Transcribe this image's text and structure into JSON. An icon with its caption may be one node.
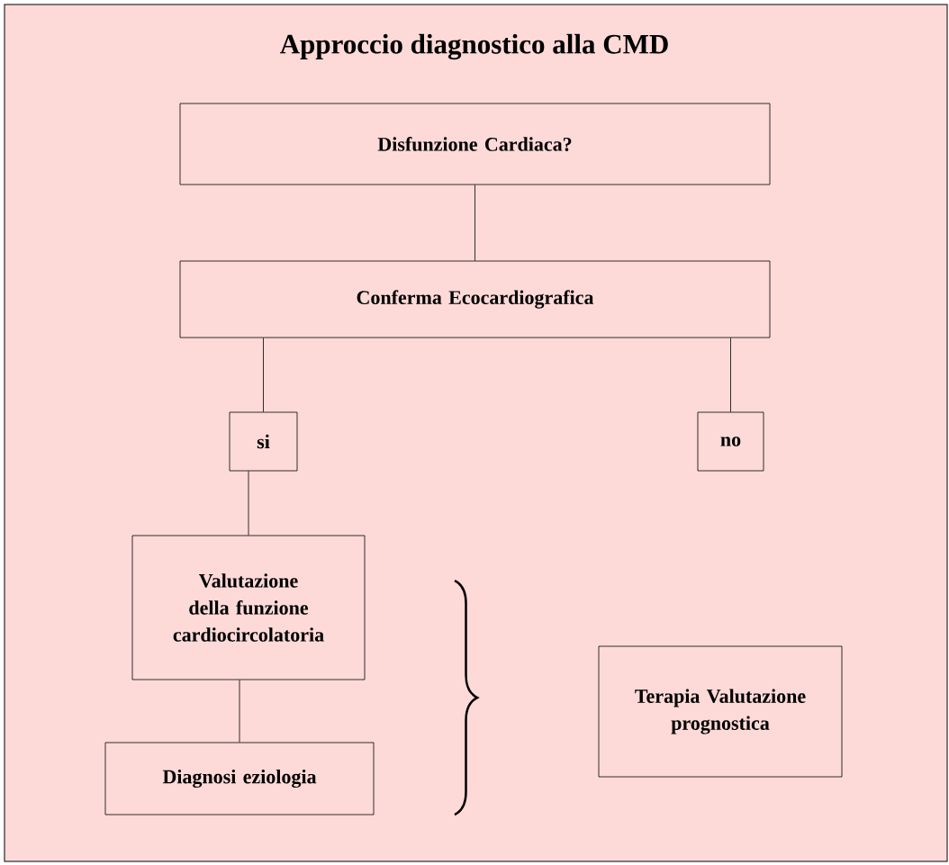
{
  "diagram": {
    "title": "Approccio diagnostico alla CMD",
    "nodes": [
      {
        "text": [
          "Disfunzione Cardiaca?"
        ]
      },
      {
        "text": [
          "Conferma Ecocardiografica"
        ]
      },
      {
        "text": [
          "si"
        ]
      },
      {
        "text": [
          "no"
        ]
      },
      {
        "text": [
          "Valutazione della funzione cardiocircolatoria"
        ]
      },
      {
        "text": [
          "Diagnosi eziologia"
        ]
      },
      {
        "text": [
          "Terapia Valutazione prognostica"
        ]
      }
    ],
    "edges": [
      {
        "from": 0,
        "to": 1,
        "arrow": "none"
      },
      {
        "from": 1,
        "to": 2,
        "arrow": "none"
      },
      {
        "from": 1,
        "to": 3,
        "arrow": "none"
      },
      {
        "from": 2,
        "to": 4,
        "arrow": "none"
      },
      {
        "from": 4,
        "to": 5,
        "arrow": "none"
      }
    ]
  }
}
